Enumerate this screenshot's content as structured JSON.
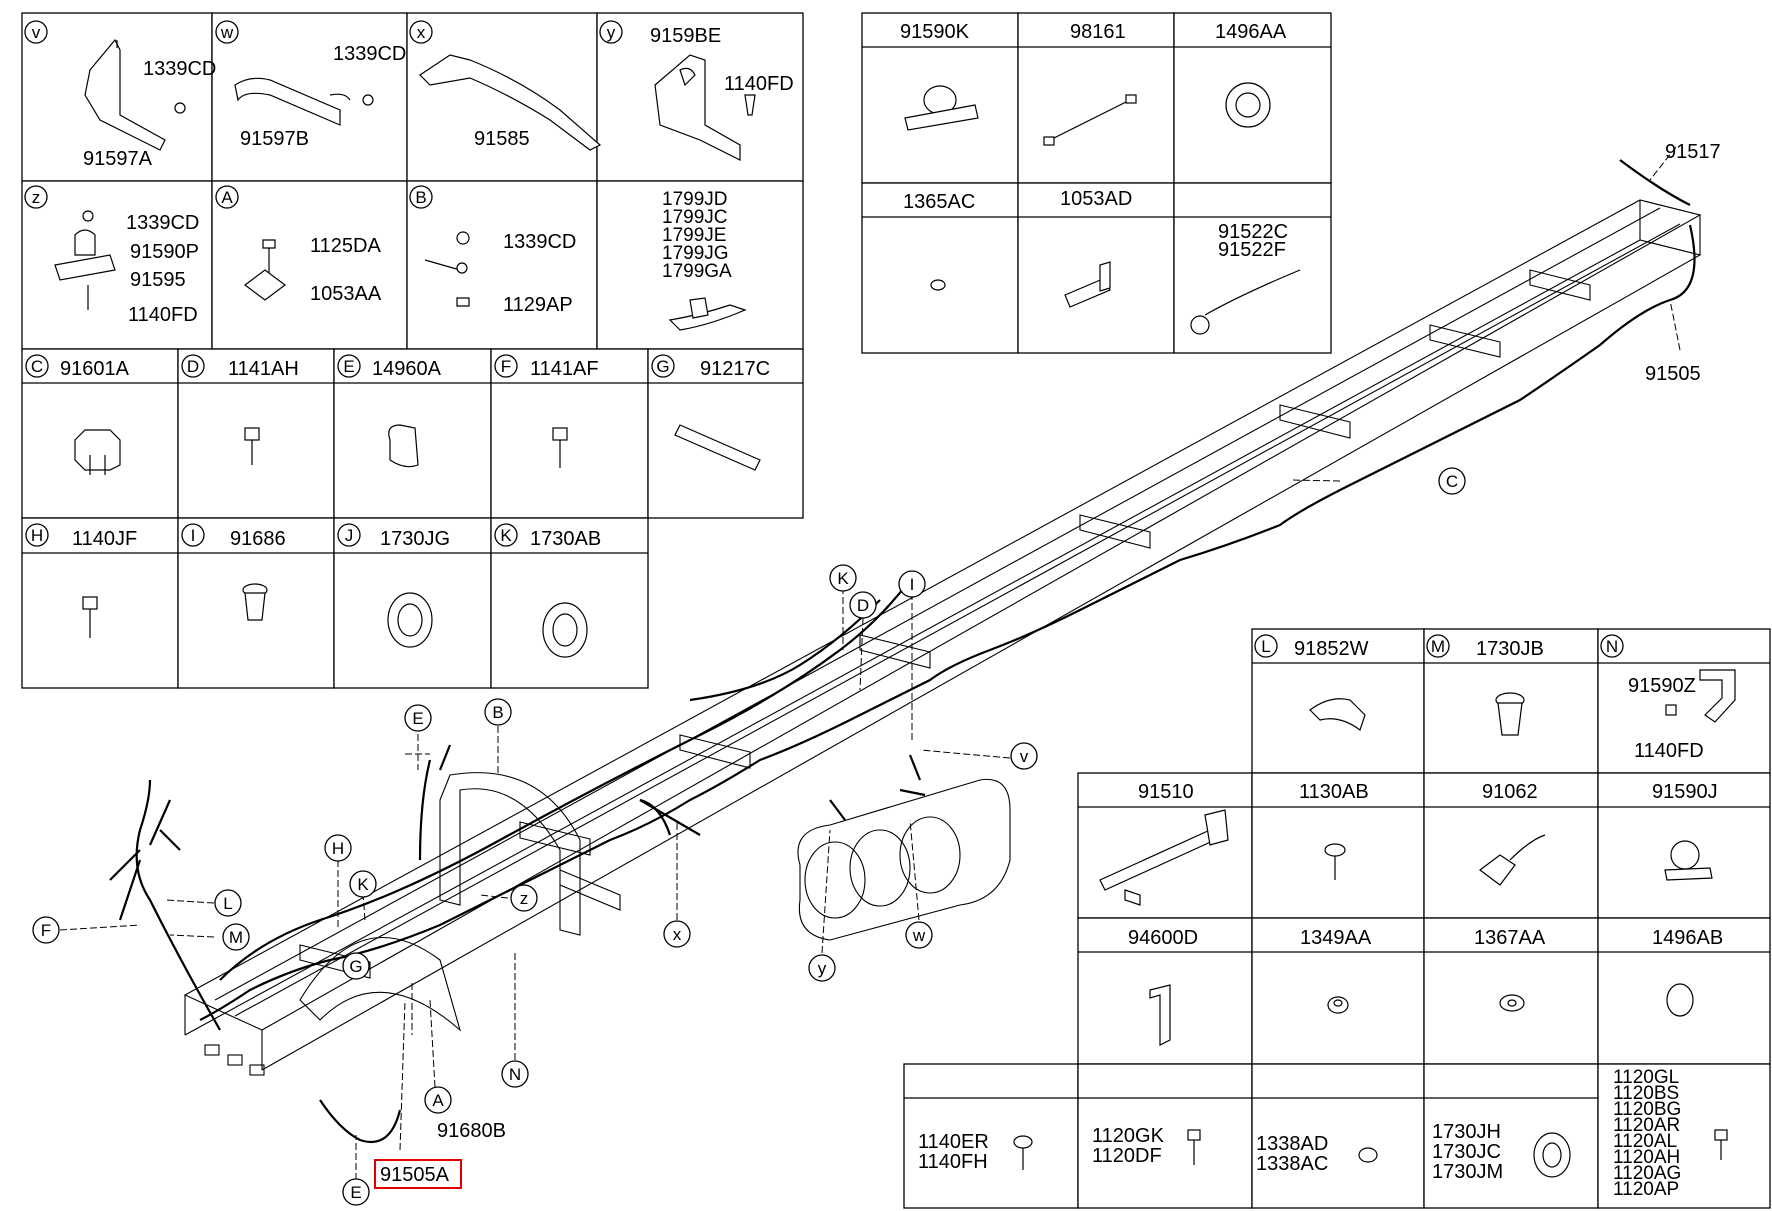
{
  "cells": [
    {
      "id": "v",
      "letter": "v",
      "labels": [
        "1339CD",
        "91597A"
      ]
    },
    {
      "id": "w",
      "letter": "w",
      "labels": [
        "1339CD",
        "91597B"
      ]
    },
    {
      "id": "x",
      "letter": "x",
      "labels": [
        "91585"
      ]
    },
    {
      "id": "y",
      "letter": "y",
      "labels": [
        "9159BE",
        "1140FD"
      ]
    },
    {
      "id": "z",
      "letter": "z",
      "labels": [
        "1339CD",
        "91590P",
        "91595",
        "1140FD"
      ]
    },
    {
      "id": "A",
      "letter": "A",
      "labels": [
        "1125DA",
        "1053AA"
      ]
    },
    {
      "id": "B",
      "letter": "B",
      "labels": [
        "1339CD",
        "1129AP"
      ]
    },
    {
      "id": "tie",
      "letter": "",
      "labels": [
        "1799JD",
        "1799JC",
        "1799JE",
        "1799JG",
        "1799GA"
      ]
    },
    {
      "id": "C",
      "letter": "C",
      "labels": [
        "91601A"
      ]
    },
    {
      "id": "D",
      "letter": "D",
      "labels": [
        "1141AH"
      ]
    },
    {
      "id": "E",
      "letter": "E",
      "labels": [
        "14960A"
      ]
    },
    {
      "id": "F",
      "letter": "F",
      "labels": [
        "1141AF"
      ]
    },
    {
      "id": "G",
      "letter": "G",
      "labels": [
        "91217C"
      ]
    },
    {
      "id": "H",
      "letter": "H",
      "labels": [
        "1140JF"
      ]
    },
    {
      "id": "I",
      "letter": "I",
      "labels": [
        "91686"
      ]
    },
    {
      "id": "J",
      "letter": "J",
      "labels": [
        "1730JG"
      ]
    },
    {
      "id": "K",
      "letter": "K",
      "labels": [
        "1730AB"
      ]
    },
    {
      "id": "91590K",
      "letter": "",
      "labels": [
        "91590K"
      ]
    },
    {
      "id": "98161",
      "letter": "",
      "labels": [
        "98161"
      ]
    },
    {
      "id": "1496AA",
      "letter": "",
      "labels": [
        "1496AA"
      ]
    },
    {
      "id": "1365AC",
      "letter": "",
      "labels": [
        "1365AC"
      ]
    },
    {
      "id": "1053AD",
      "letter": "",
      "labels": [
        "1053AD"
      ]
    },
    {
      "id": "91522",
      "letter": "",
      "labels": [
        "91522C",
        "91522F"
      ]
    },
    {
      "id": "L",
      "letter": "L",
      "labels": [
        "91852W"
      ]
    },
    {
      "id": "M",
      "letter": "M",
      "labels": [
        "1730JB"
      ]
    },
    {
      "id": "N",
      "letter": "N",
      "labels": [
        "91590Z",
        "1140FD"
      ]
    },
    {
      "id": "91510",
      "letter": "",
      "labels": [
        "91510"
      ]
    },
    {
      "id": "1130AB",
      "letter": "",
      "labels": [
        "1130AB"
      ]
    },
    {
      "id": "91062",
      "letter": "",
      "labels": [
        "91062"
      ]
    },
    {
      "id": "91590J",
      "letter": "",
      "labels": [
        "91590J"
      ]
    },
    {
      "id": "94600D",
      "letter": "",
      "labels": [
        "94600D"
      ]
    },
    {
      "id": "1349AA",
      "letter": "",
      "labels": [
        "1349AA"
      ]
    },
    {
      "id": "1367AA",
      "letter": "",
      "labels": [
        "1367AA"
      ]
    },
    {
      "id": "1496AB",
      "letter": "",
      "labels": [
        "1496AB"
      ]
    },
    {
      "id": "b1",
      "letter": "",
      "labels": [
        "1140ER",
        "1140FH"
      ]
    },
    {
      "id": "b2",
      "letter": "",
      "labels": [
        "1120GK",
        "1120DF"
      ]
    },
    {
      "id": "b3",
      "letter": "",
      "labels": [
        "1338AD",
        "1338AC"
      ]
    },
    {
      "id": "b4",
      "letter": "",
      "labels": [
        "1730JH",
        "1730JC",
        "1730JM"
      ]
    },
    {
      "id": "b5",
      "letter": "",
      "labels": [
        "1120GL",
        "1120BS",
        "1120BG",
        "1120AR",
        "1120AL",
        "1120AH",
        "1120AG",
        "1120AP"
      ]
    }
  ],
  "callouts": {
    "main": [
      {
        "id": "91517",
        "text": "91517"
      },
      {
        "id": "91505",
        "text": "91505"
      },
      {
        "id": "91680B",
        "text": "91680B"
      },
      {
        "id": "91505A",
        "text": "91505A"
      }
    ],
    "markers": [
      "C",
      "K",
      "D",
      "I",
      "v",
      "E",
      "B",
      "H",
      "K",
      "z",
      "G",
      "L",
      "F",
      "M",
      "x",
      "y",
      "w",
      "N",
      "A",
      "E"
    ]
  },
  "highlight": {
    "part": "91505A",
    "color": "#e00000"
  }
}
